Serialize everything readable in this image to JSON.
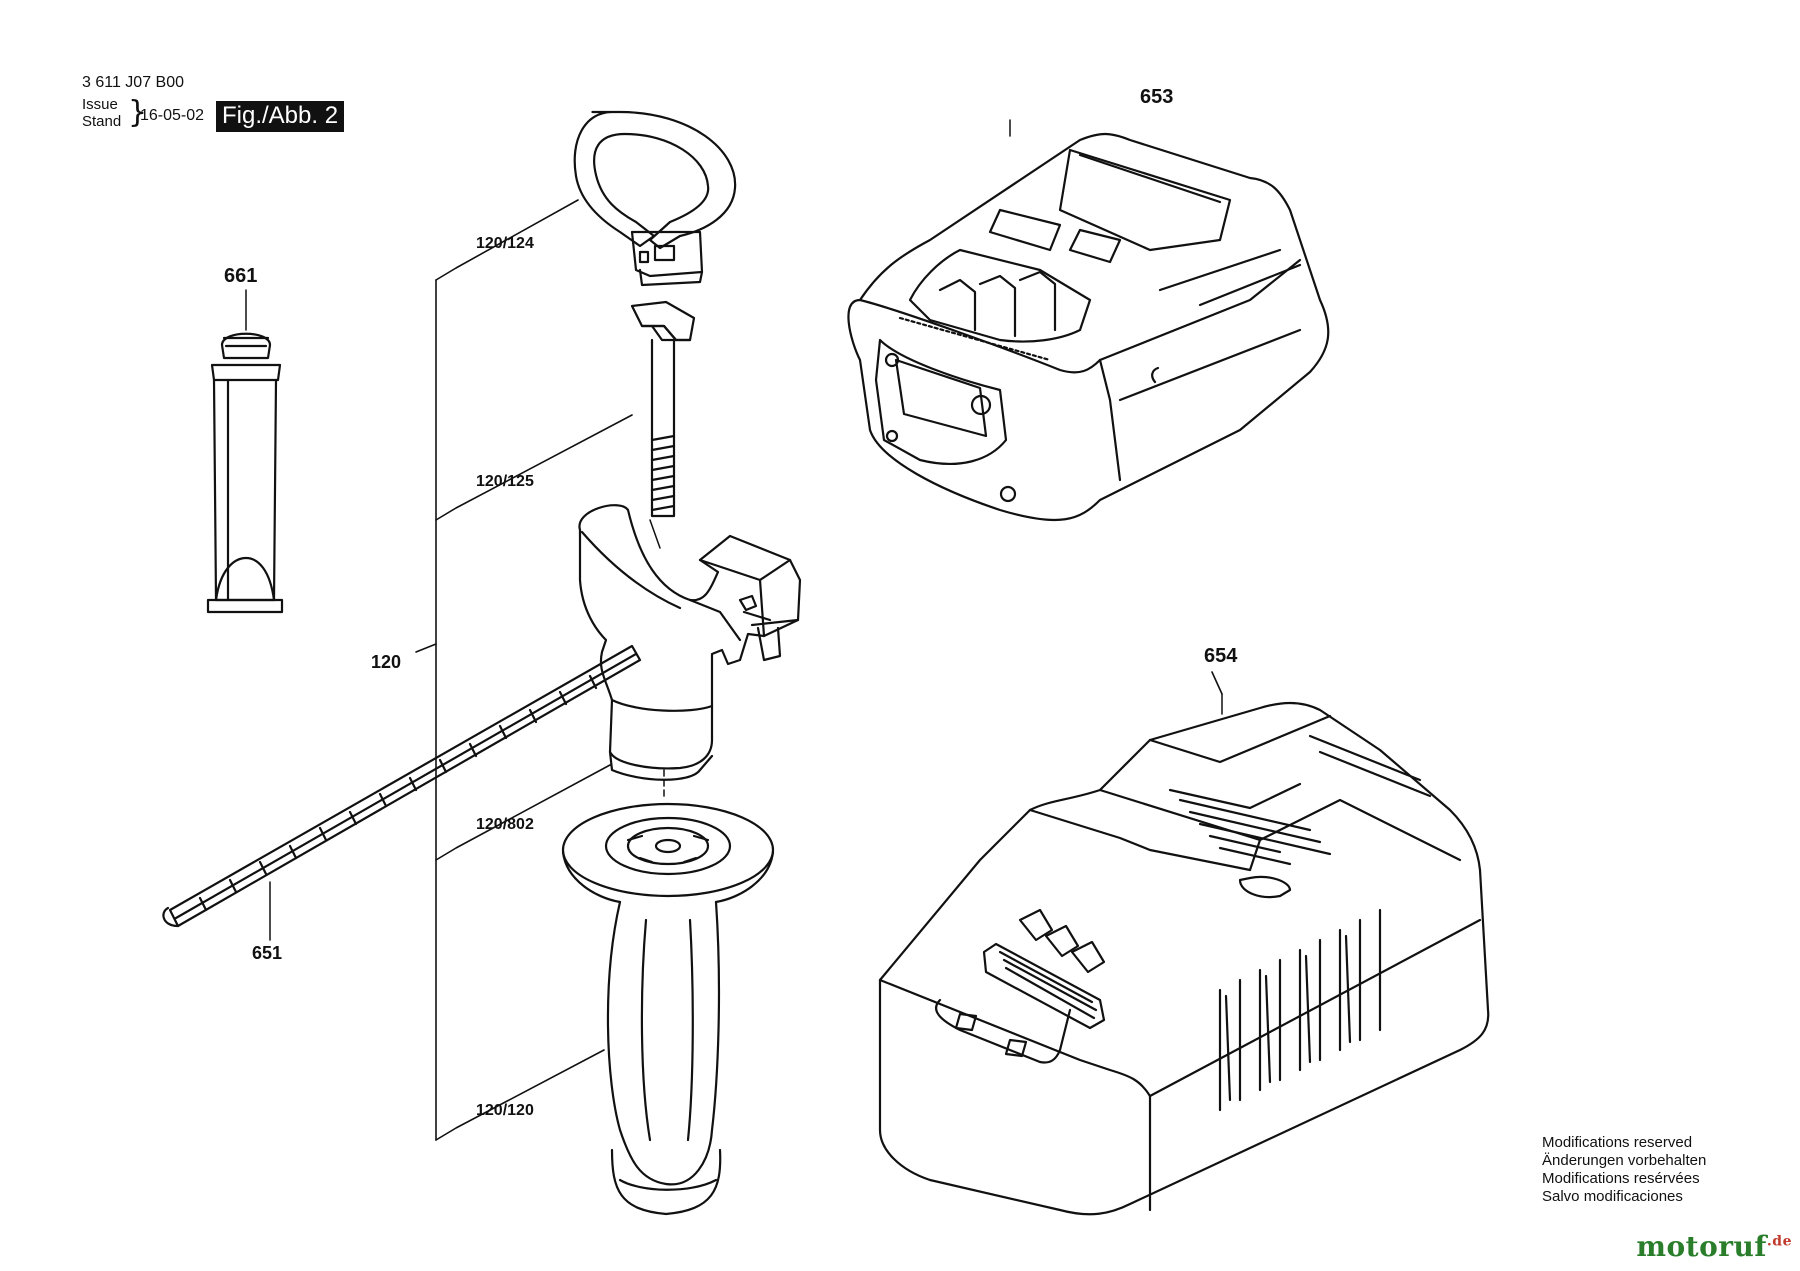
{
  "header": {
    "part_code": "3 611 J07 B00",
    "issue_label": "Issue",
    "stand_label": "Stand",
    "brace": "}",
    "date": "16-05-02",
    "figure": "Fig./Abb. 2"
  },
  "callouts": {
    "c653": "653",
    "c661": "661",
    "c120_124": "120/124",
    "c120_125": "120/125",
    "c120": "120",
    "c654": "654",
    "c120_802": "120/802",
    "c651": "651",
    "c120_120": "120/120"
  },
  "notice": {
    "en": "Modifications reserved",
    "de": "Änderungen vorbehalten",
    "fr": "Modifications resérvées",
    "es": "Salvo modificaciones"
  },
  "watermark": {
    "text": "motoruf",
    "domain": ".de",
    "color": "#2a7d2a"
  }
}
